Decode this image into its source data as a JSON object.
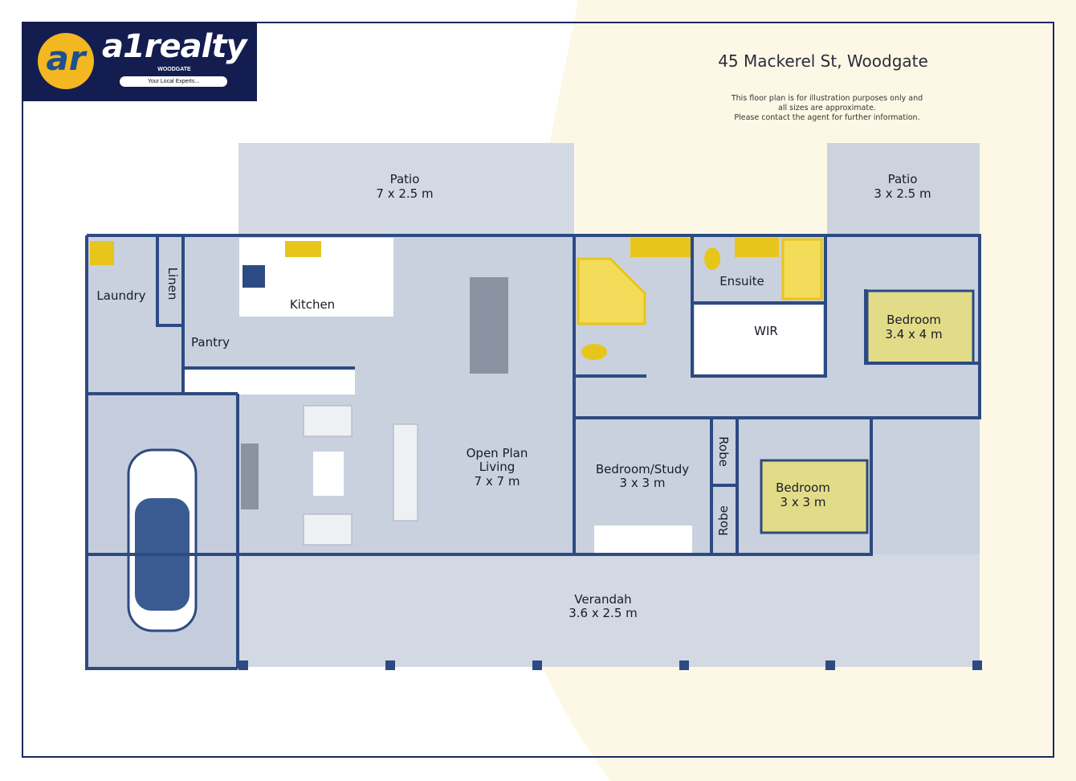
{
  "logo": {
    "mark": "ar",
    "brand": "a1realty",
    "branch": "WOODGATE",
    "tagline": "Your Local Experts..."
  },
  "header": {
    "address": "45 Mackerel St, Woodgate",
    "disclaimer_1": "This floor plan is for illustration purposes only and",
    "disclaimer_2": "all sizes are approximate.",
    "disclaimer_3": "Please contact the agent for further information."
  },
  "rooms": {
    "patio_left": {
      "name": "Patio",
      "size": "7 x 2.5 m"
    },
    "patio_right": {
      "name": "Patio",
      "size": "3 x 2.5 m"
    },
    "laundry": {
      "name": "Laundry"
    },
    "linen": {
      "name": "Linen"
    },
    "kitchen": {
      "name": "Kitchen"
    },
    "pantry": {
      "name": "Pantry"
    },
    "ensuite": {
      "name": "Ensuite"
    },
    "wir": {
      "name": "WIR"
    },
    "bedroom_main": {
      "name": "Bedroom",
      "size": "3.4 x 4 m"
    },
    "living": {
      "name": "Open Plan",
      "name2": "Living",
      "size": "7 x 7 m"
    },
    "study": {
      "name": "Bedroom/Study",
      "size": "3 x 3 m"
    },
    "robe_1": {
      "name": "Robe"
    },
    "robe_2": {
      "name": "Robe"
    },
    "bedroom_2": {
      "name": "Bedroom",
      "size": "3 x 3  m"
    },
    "verandah": {
      "name": "Verandah",
      "size": "3.6 x 2.5 m"
    }
  },
  "colors": {
    "wall": "#2d4a82",
    "floor": "#c9d1df",
    "outdoor": "#d6dce6",
    "fixture": "#e8c51a",
    "logo_bg": "#131d4f",
    "logo_gold": "#f2b721"
  }
}
